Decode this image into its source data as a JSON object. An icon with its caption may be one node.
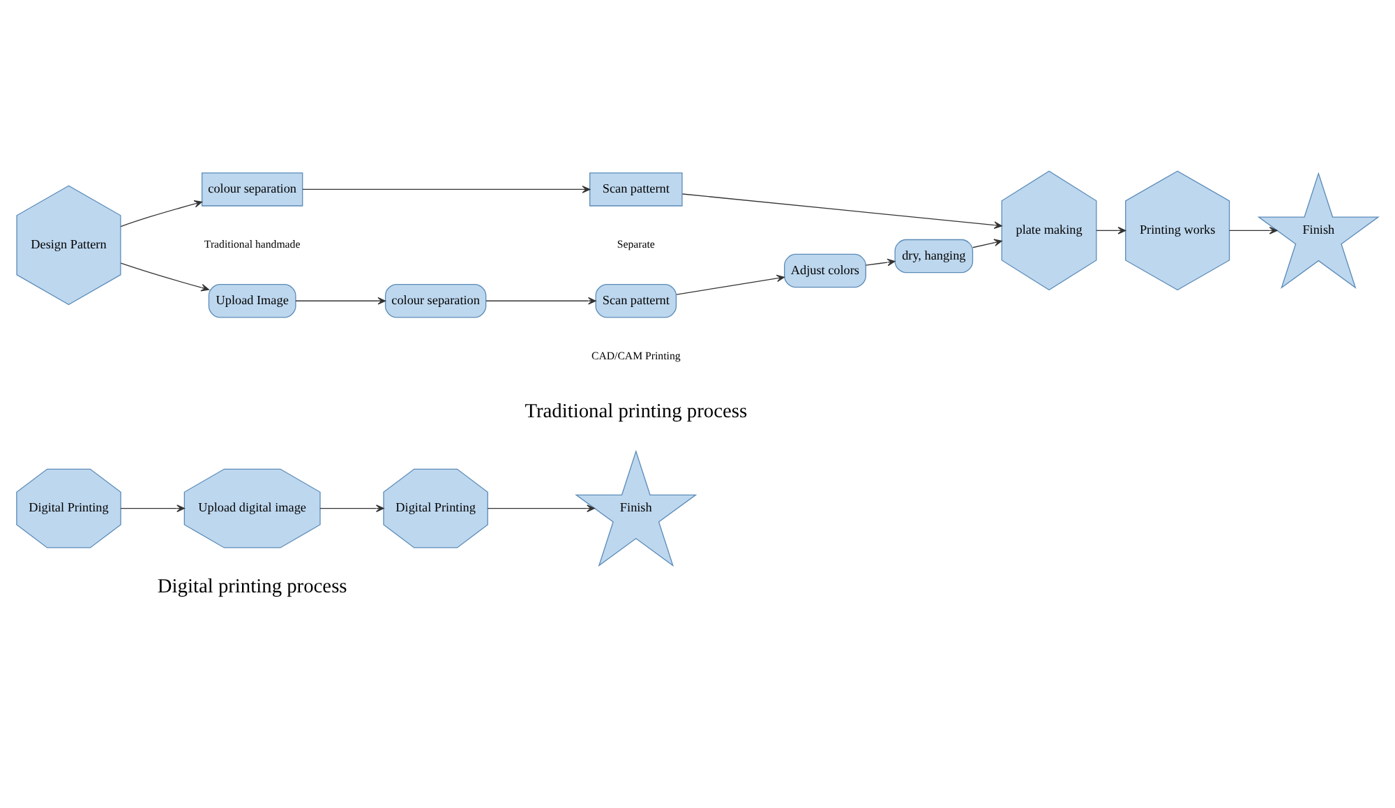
{
  "diagram": {
    "nodes": [
      {
        "text": [
          "Design Pattern"
        ]
      },
      {
        "text": [
          "colour separation"
        ]
      },
      {
        "text": [
          "Scan patternt"
        ]
      },
      {
        "text": [
          "Upload Image"
        ]
      },
      {
        "text": [
          "colour separation"
        ]
      },
      {
        "text": [
          "Scan patternt"
        ]
      },
      {
        "text": [
          "Adjust colors"
        ]
      },
      {
        "text": [
          "dry, hanging"
        ]
      },
      {
        "text": [
          "plate making"
        ]
      },
      {
        "text": [
          "Printing works"
        ]
      },
      {
        "text": [
          "Finish"
        ]
      },
      {
        "text": [
          "Digital Printing"
        ]
      },
      {
        "text": [
          "Upload digital image"
        ]
      },
      {
        "text": [
          "Digital Printing"
        ]
      },
      {
        "text": [
          "Finish"
        ]
      }
    ],
    "edges": [
      {
        "from": 0,
        "to": 1,
        "arrow": "to"
      },
      {
        "from": 1,
        "to": 2,
        "arrow": "to"
      },
      {
        "from": 2,
        "to": 8,
        "arrow": "to"
      },
      {
        "from": 0,
        "to": 3,
        "arrow": "to"
      },
      {
        "from": 3,
        "to": 4,
        "arrow": "to"
      },
      {
        "from": 4,
        "to": 5,
        "arrow": "to"
      },
      {
        "from": 5,
        "to": 6,
        "arrow": "to"
      },
      {
        "from": 6,
        "to": 7,
        "arrow": "to"
      },
      {
        "from": 7,
        "to": 8,
        "arrow": "to"
      },
      {
        "from": 8,
        "to": 9,
        "arrow": "to"
      },
      {
        "from": 9,
        "to": 10,
        "arrow": "to"
      },
      {
        "from": 11,
        "to": 12,
        "arrow": "to"
      },
      {
        "from": 12,
        "to": 13,
        "arrow": "to"
      },
      {
        "from": 13,
        "to": 14,
        "arrow": "to"
      }
    ],
    "labels": [
      "Traditional handmade",
      "Separate",
      "CAD/CAM Printing",
      "Traditional printing process",
      "Digital printing process"
    ]
  }
}
